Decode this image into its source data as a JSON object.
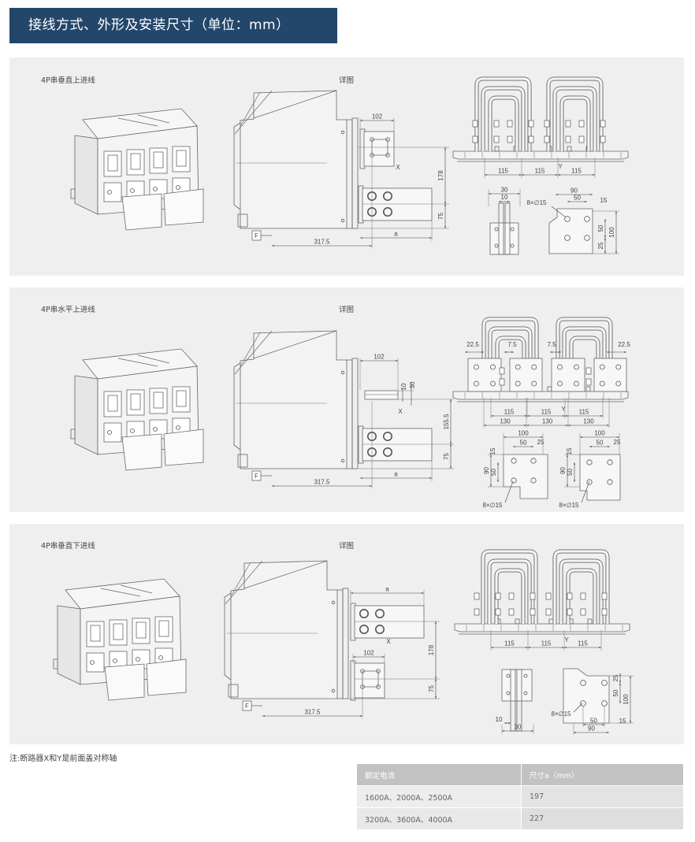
{
  "header": {
    "title": "接线方式、外形及安装尺寸（单位：mm）"
  },
  "panels": [
    {
      "title": "4P串垂直上进线",
      "detail_label": "详图",
      "side": {
        "w": "102",
        "h1": "178",
        "h2": "75",
        "a": "a",
        "depth": "317.5",
        "x": "X",
        "f": "F"
      },
      "busbar": {
        "d115": [
          "115",
          "115",
          "115"
        ],
        "y": "Y"
      },
      "detail": {
        "bar_w": "30",
        "bar_gap": "10",
        "holes": "8×∅15",
        "w": "90",
        "pitch_h": "50",
        "edge": "15",
        "h": "100",
        "pitch_v": "50",
        "edge_v": "25"
      }
    },
    {
      "title": "4P串水平上进线",
      "detail_label": "详图",
      "side": {
        "w": "102",
        "t1": "10",
        "t2": "30",
        "h1": "155.5",
        "h2": "75",
        "a": "a",
        "depth": "317.5",
        "x": "X",
        "f": "F"
      },
      "busbar": {
        "d115": [
          "115",
          "115",
          "115"
        ],
        "d130": [
          "130",
          "130",
          "130"
        ],
        "off_out": [
          "22.5",
          "22.5"
        ],
        "off_in": [
          "7.5",
          "7.5"
        ],
        "y": "Y"
      },
      "details": [
        {
          "w": "100",
          "top": "15",
          "pitch_h": "50",
          "edge": "25",
          "h": "90",
          "pitch_v": "50",
          "holes": "8×∅15"
        },
        {
          "w": "100",
          "top": "15",
          "pitch_h": "50",
          "edge": "25",
          "h": "90",
          "pitch_v": "50",
          "holes": "8×∅15"
        }
      ]
    },
    {
      "title": "4P串垂直下进线",
      "detail_label": "详图",
      "side": {
        "w": "102",
        "h1": "178",
        "h2": "75",
        "a": "a",
        "depth": "317.5",
        "x": "X",
        "f": "F"
      },
      "busbar": {
        "d115": [
          "115",
          "115",
          "115"
        ],
        "y": "Y"
      },
      "detail": {
        "bar_w": "30",
        "bar_gap": "10",
        "holes": "8×∅15",
        "w": "90",
        "pitch_h": "50",
        "edge": "15",
        "h": "100",
        "pitch_v": "50",
        "edge_v": "25"
      }
    }
  ],
  "note": "注:断路器X和Y是前面盖对称轴",
  "table": {
    "headers": [
      "额定电流",
      "尺寸a（mm）"
    ],
    "rows": [
      [
        "1600A、2000A、2500A",
        "197"
      ],
      [
        "3200A、3600A、4000A",
        "227"
      ]
    ]
  }
}
